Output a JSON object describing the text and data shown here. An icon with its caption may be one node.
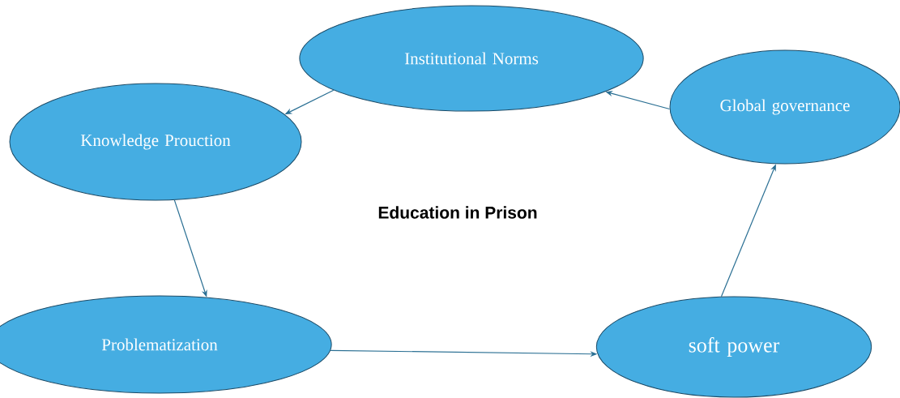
{
  "diagram": {
    "title": "Education in Prison",
    "nodes": [
      {
        "text": [
          "Institutional Norms"
        ]
      },
      {
        "text": [
          "Global governance"
        ]
      },
      {
        "text": [
          "Knowledge Prouction"
        ]
      },
      {
        "text": [
          "Problematization"
        ]
      },
      {
        "text": [
          "soft power"
        ]
      }
    ],
    "edges": [
      {
        "from": 0,
        "to": 2,
        "arrow": "to"
      },
      {
        "from": 2,
        "to": 3,
        "arrow": "to"
      },
      {
        "from": 3,
        "to": 4,
        "arrow": "to"
      },
      {
        "from": 4,
        "to": 1,
        "arrow": "to"
      },
      {
        "from": 1,
        "to": 0,
        "arrow": "to"
      }
    ]
  }
}
